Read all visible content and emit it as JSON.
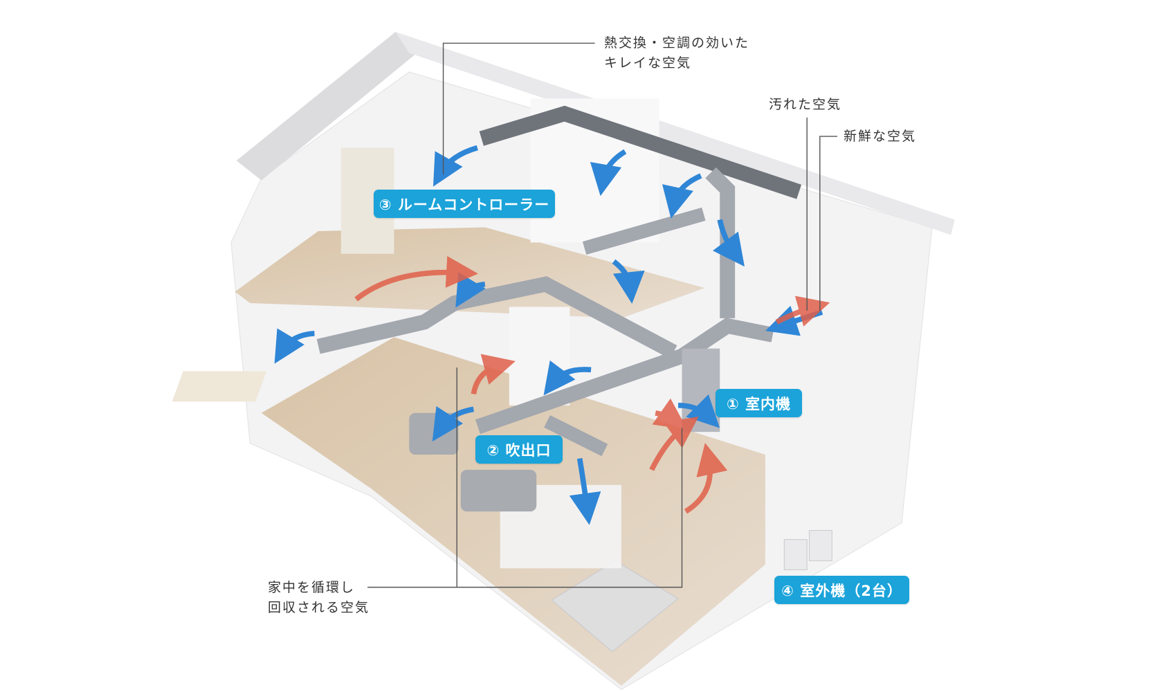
{
  "labels": {
    "conditioned_air_line1": "熱交換・空調の効いた",
    "conditioned_air_line2": "キレイな空気",
    "dirty_air": "汚れた空気",
    "fresh_air": "新鮮な空気",
    "recirculated_air_line1": "家中を循環し",
    "recirculated_air_line2": "回収される空気"
  },
  "badges": {
    "indoor_unit": "① 室内機",
    "outlet": "② 吹出口",
    "room_controller": "③ ルームコントローラー",
    "outdoor_unit": "④ 室外機（2台）"
  },
  "colors": {
    "badge": "#1ba3da",
    "supply_arrow": "#2f86d6",
    "return_arrow": "#e0604a",
    "duct": "#9a9ea6",
    "floor": "#d9c6ad"
  }
}
